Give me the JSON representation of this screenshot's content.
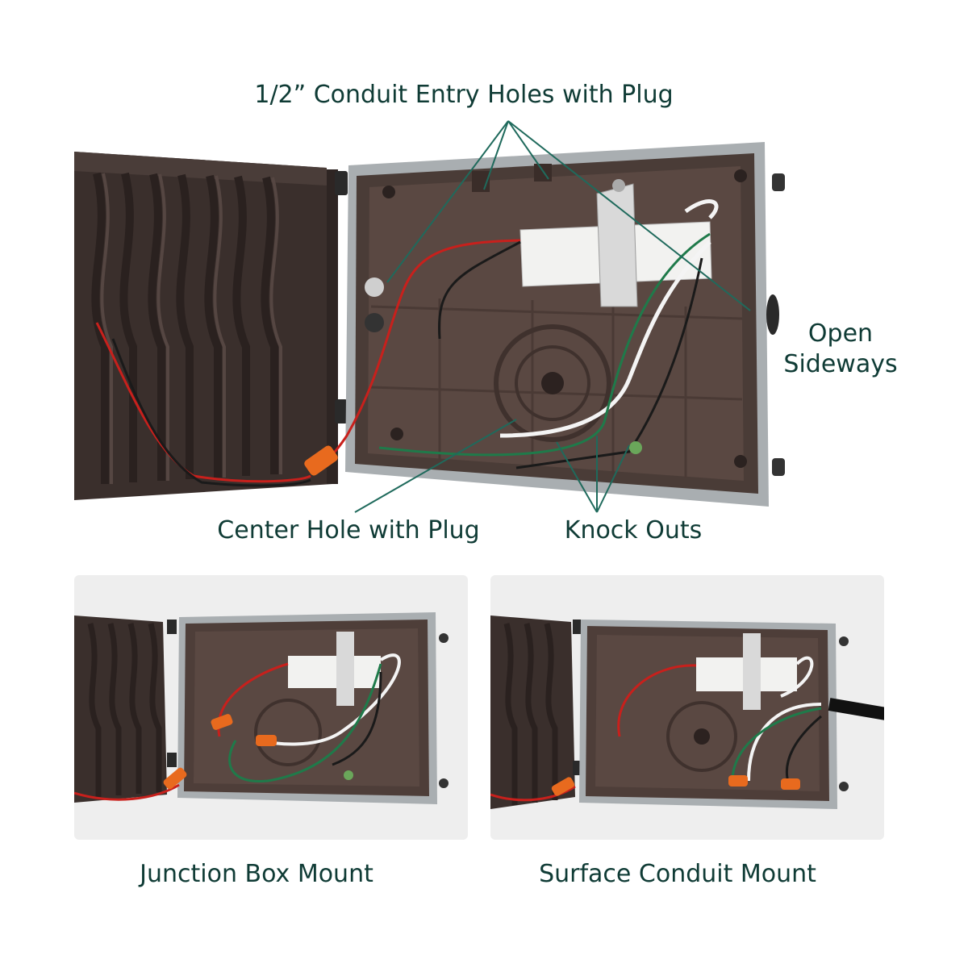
{
  "callouts": {
    "conduit_holes": "1/2” Conduit Entry Holes with Plug",
    "open_sideways_line1": "Open",
    "open_sideways_line2": "Sideways",
    "center_hole": "Center Hole with Plug",
    "knock_outs": "Knock Outs"
  },
  "captions": {
    "left": "Junction Box Mount",
    "right": "Surface Conduit Mount"
  },
  "colors": {
    "label_text": "#0f3b35",
    "leader_line": "#1f6a5c",
    "housing_brown": "#3e3330",
    "gasket_gray": "#a9aeb1",
    "panel_bg": "#eeeeee",
    "wire_red": "#c8201c",
    "wire_green": "#1f7a4a",
    "connector_orange": "#e86a1e"
  }
}
